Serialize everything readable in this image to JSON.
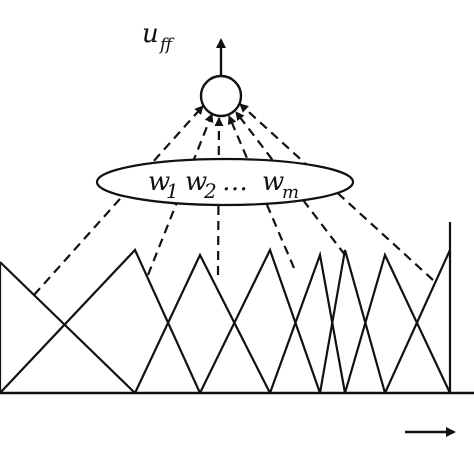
{
  "output": {
    "symbol": "u",
    "subscript": "ff"
  },
  "weights": {
    "w1": "w",
    "w1_sub": "1",
    "w2": "w",
    "w2_sub": "2",
    "dots": "…",
    "wm": "w",
    "wm_sub": "m"
  },
  "colors": {
    "ink": "#111111",
    "background": "#ffffff"
  },
  "icons": {
    "output_arrow": "arrow-up-icon",
    "input_arrow": "arrow-right-icon",
    "summing_node": "circle-node-icon"
  }
}
